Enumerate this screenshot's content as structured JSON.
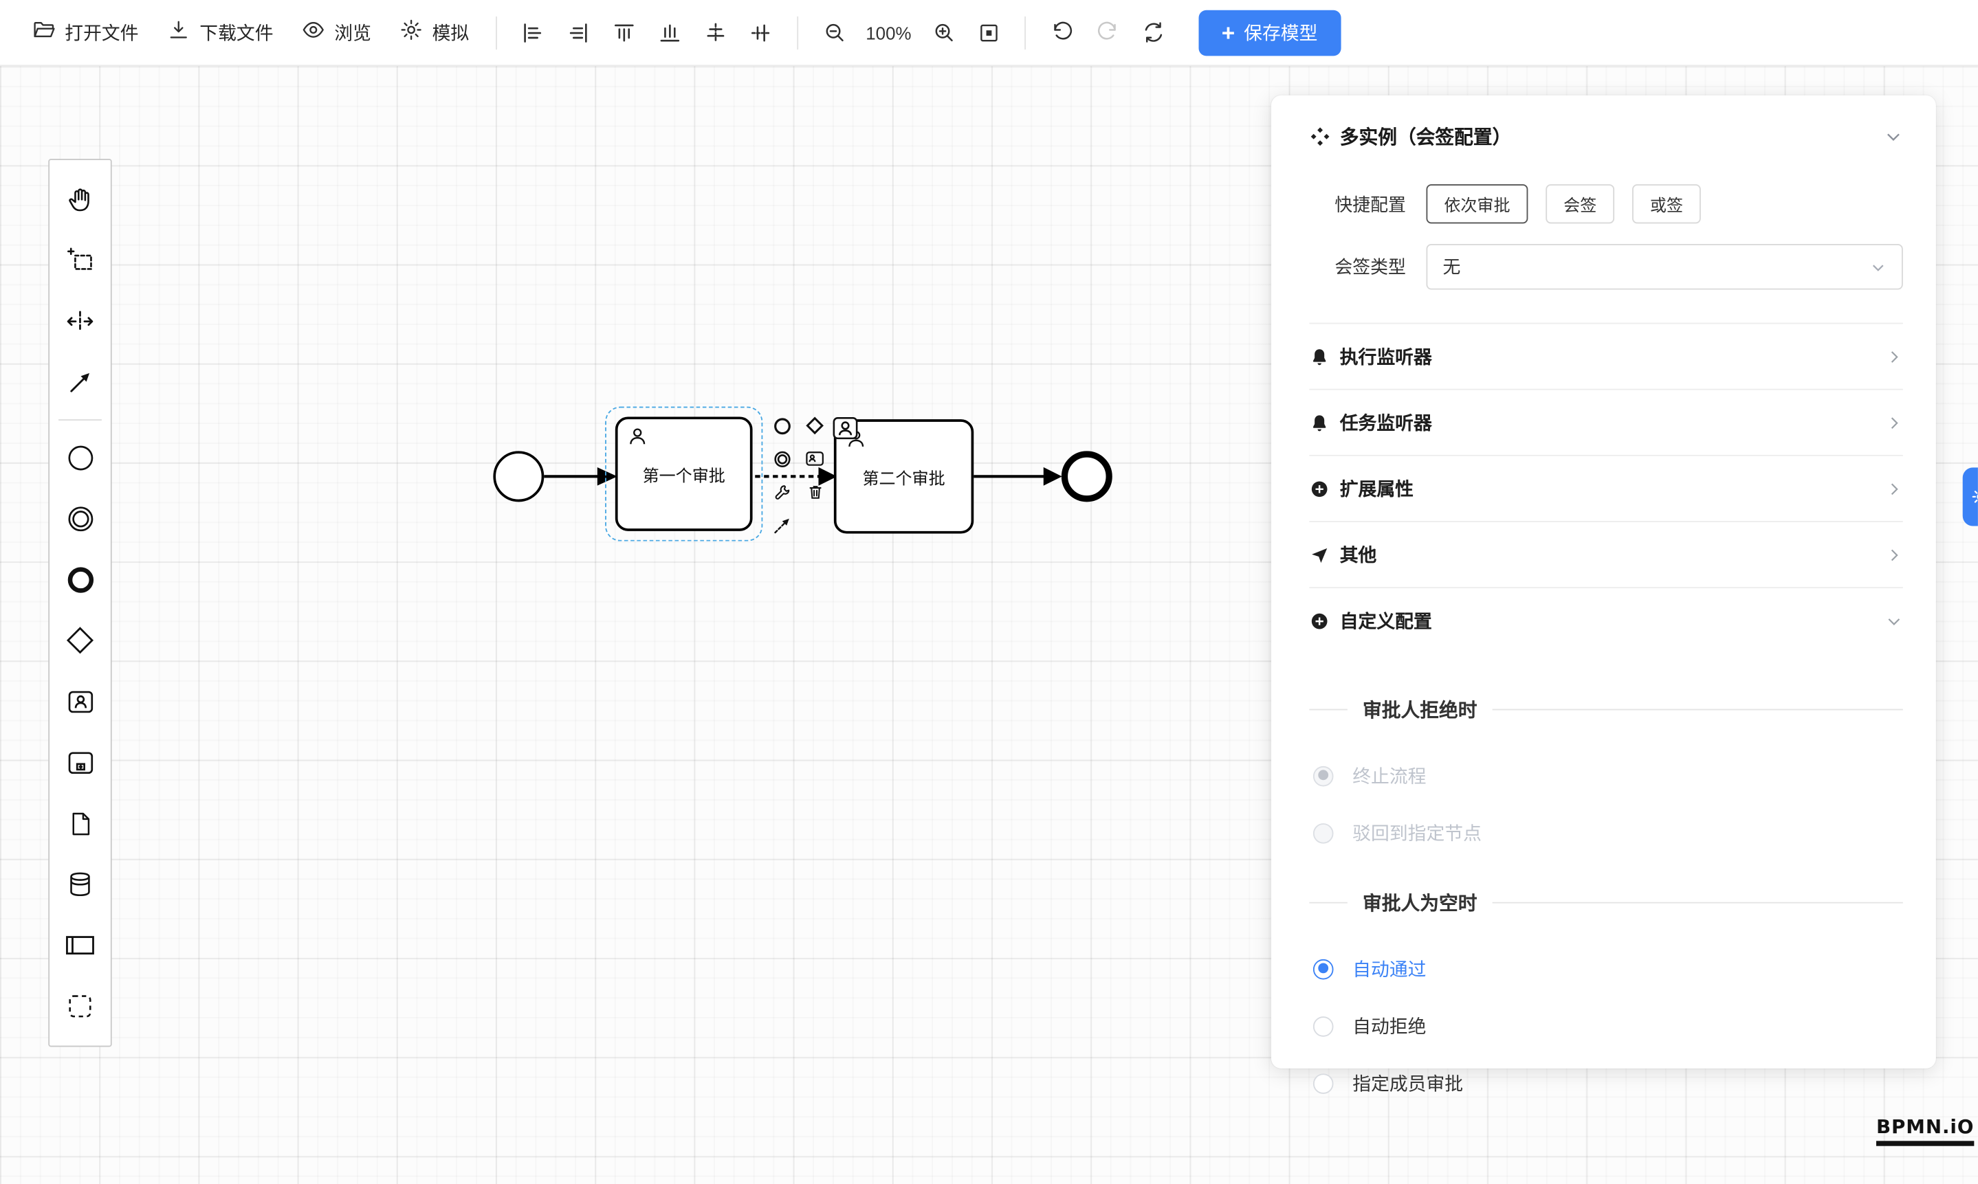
{
  "toolbar": {
    "open": "打开文件",
    "download": "下载文件",
    "preview": "浏览",
    "simulate": "模拟",
    "zoom_level": "100%",
    "save": "保存模型",
    "save_plus": "+"
  },
  "diagram": {
    "task1_label": "第一个审批",
    "task2_label": "第二个审批"
  },
  "panel": {
    "title": "多实例（会签配置）",
    "quick_label": "快捷配置",
    "quick_options": [
      "依次审批",
      "会签",
      "或签"
    ],
    "type_label": "会签类型",
    "type_value": "无",
    "sections": [
      "执行监听器",
      "任务监听器",
      "扩展属性",
      "其他",
      "自定义配置"
    ],
    "reject_heading": "审批人拒绝时",
    "reject_option_1": "终止流程",
    "reject_option_2": "驳回到指定节点",
    "empty_heading": "审批人为空时",
    "empty_option_1": "自动通过",
    "empty_option_2": "自动拒绝",
    "empty_option_3": "指定成员审批"
  },
  "logo": "BPMN.iO",
  "colors": {
    "accent": "#3B82F6",
    "selection": "#49A8E3"
  },
  "icons": {
    "toolbar": [
      "folder-open-icon",
      "download-icon",
      "eye-icon",
      "gear-icon",
      "align-left-icon",
      "align-right-icon",
      "align-top-icon",
      "align-bottom-icon",
      "align-center-horizontal-icon",
      "align-middle-vertical-icon",
      "zoom-out-icon",
      "zoom-in-icon",
      "fit-viewport-icon",
      "undo-icon",
      "redo-icon",
      "refresh-icon",
      "plus-icon"
    ],
    "palette": [
      "hand-tool-icon",
      "lasso-tool-icon",
      "space-tool-icon",
      "global-connect-icon",
      "start-event-icon",
      "intermediate-event-icon",
      "end-event-icon",
      "gateway-icon",
      "user-task-icon",
      "subprocess-icon",
      "data-object-icon",
      "data-store-icon",
      "participant-icon",
      "group-icon"
    ],
    "context_pad": [
      "end-event-icon",
      "gateway-icon",
      "intermediate-event-icon",
      "user-task-icon",
      "wrench-icon",
      "trash-icon",
      "connect-icon"
    ],
    "panel": [
      "multi-instance-icon",
      "bell-icon",
      "plus-circle-icon",
      "send-icon",
      "chevron-down-icon",
      "chevron-right-icon"
    ],
    "misc": [
      "settings-gear-icon"
    ]
  }
}
